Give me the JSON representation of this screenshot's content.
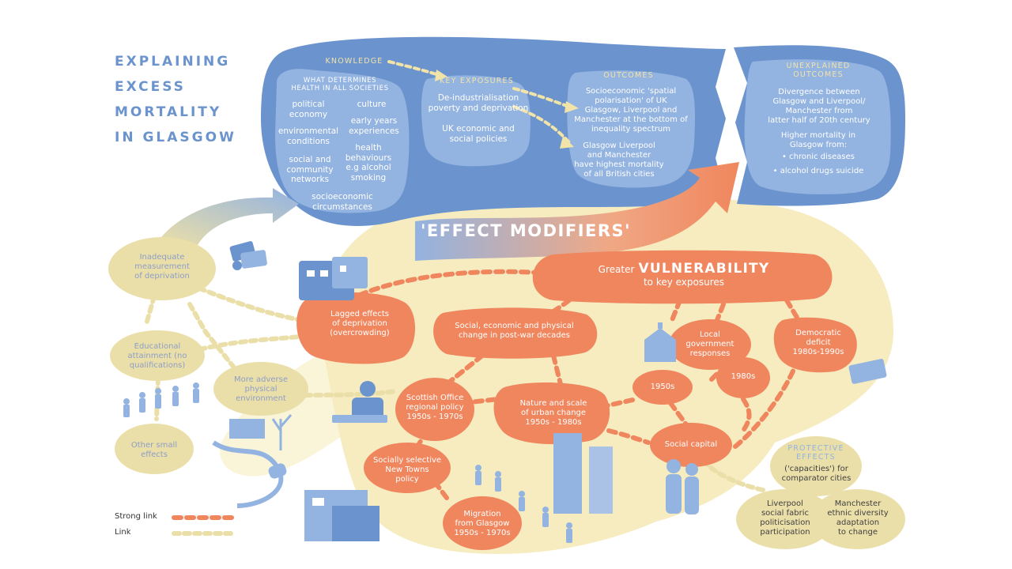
{
  "title": {
    "lines": [
      "EXPLAINING",
      "EXCESS",
      "MORTALITY",
      "IN GLASGOW"
    ]
  },
  "knowledge": {
    "heading": "KNOWLEDGE",
    "subheading": [
      "WHAT DETERMINES",
      "HEALTH IN ALL SOCIETIES"
    ],
    "items": {
      "political_economy": [
        "political",
        "economy"
      ],
      "culture": [
        "culture"
      ],
      "environmental_conditions": [
        "environmental",
        "conditions"
      ],
      "early_years": [
        "early years",
        "experiences"
      ],
      "social_networks": [
        "social and",
        "community",
        "networks"
      ],
      "health_behaviours": [
        "health",
        "behaviours",
        "e.g alcohol",
        "smoking"
      ],
      "socioeconomic": [
        "socioeconomic",
        "circumstances"
      ]
    }
  },
  "key_exposures": {
    "heading": "KEY EXPOSURES",
    "deindustrialisation": [
      "De-industrialisation",
      "poverty and deprivation"
    ],
    "uk_policies": [
      "UK economic and",
      "social policies"
    ]
  },
  "outcomes": {
    "heading": "OUTCOMES",
    "polarisation": [
      "Socioeconomic 'spatial",
      "polarisation' of UK",
      "Glasgow, Liverpool and",
      "Manchester at the bottom of",
      "inequality spectrum"
    ],
    "highest_mortality": [
      "Glasgow  Liverpool",
      "and Manchester",
      "have highest mortality",
      "of all British cities"
    ]
  },
  "unexplained": {
    "heading": [
      "UNEXPLAINED",
      "OUTCOMES"
    ],
    "divergence": [
      "Divergence between",
      "Glasgow and Liverpool/",
      "Manchester from",
      "latter half of 20th century"
    ],
    "higher_mortality": [
      "Higher mortality in",
      "Glasgow from:"
    ],
    "bullet1": "• chronic diseases",
    "bullet2": "• alcohol drugs suicide"
  },
  "effect_modifiers": "'EFFECT MODIFIERS'",
  "vulnerability": {
    "prefix": "Greater",
    "main": "VULNERABILITY",
    "suffix": "to key exposures"
  },
  "nodes": {
    "lagged": [
      "Lagged effects",
      "of deprivation",
      "(overcrowding)"
    ],
    "social_change": [
      "Social, economic and physical",
      "change in post-war decades"
    ],
    "local_gov": [
      "Local",
      "government",
      "responses"
    ],
    "democratic": [
      "Democratic",
      "deficit",
      "1980s-1990s"
    ],
    "y1950s": [
      "1950s"
    ],
    "y1980s": [
      "1980s"
    ],
    "scottish_office": [
      "Scottish Office",
      "regional policy",
      "1950s - 1970s"
    ],
    "nature_scale": [
      "Nature and scale",
      "of urban change",
      "1950s - 1980s"
    ],
    "social_capital": [
      "Social capital"
    ],
    "new_towns": [
      "Socially selective",
      "New Towns",
      "policy"
    ],
    "migration": [
      "Migration",
      "from Glasgow",
      "1950s - 1970s"
    ]
  },
  "side": {
    "inadequate": [
      "Inadequate",
      "measurement",
      "of deprivation"
    ],
    "educational": [
      "Educational",
      "attainment (no",
      "qualifications)"
    ],
    "adverse": [
      "More adverse",
      "physical",
      "environment"
    ],
    "small": [
      "Other small",
      "effects"
    ]
  },
  "protective": {
    "heading": [
      "PROTECTIVE",
      "EFFECTS"
    ],
    "sub": [
      "('capacities') for",
      "comparator cities"
    ],
    "liverpool": [
      "Liverpool",
      "social fabric",
      "politicisation",
      "participation"
    ],
    "manchester": [
      "Manchester",
      "ethnic diversity",
      "adaptation",
      "to change"
    ]
  },
  "legend": {
    "strong": "Strong link",
    "link": "Link"
  },
  "colors": {
    "blue": "#6b93cd",
    "light_blue": "#93b3e0",
    "cream": "#f6ecc0",
    "cream_dark": "#ebdfa9",
    "orange": "#f0865e",
    "heading_yellow": "#f2e3a8"
  }
}
